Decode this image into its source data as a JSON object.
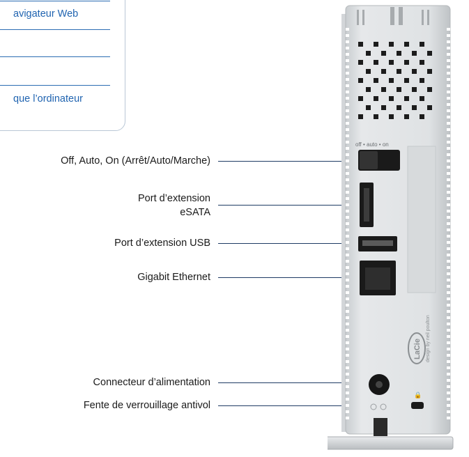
{
  "side_panel": {
    "items": [
      "avigateur Web",
      "",
      "",
      "que l’ordinateur"
    ]
  },
  "callouts": [
    {
      "label": "Off, Auto, On (Arrêt/Auto/Marche)"
    },
    {
      "label_line1": "Port d’extension",
      "label_line2": "eSATA"
    },
    {
      "label": "Port d’extension USB"
    },
    {
      "label": "Gigabit Ethernet"
    },
    {
      "label": "Connecteur d’alimentation"
    },
    {
      "label": "Fente de verrouillage antivol"
    }
  ],
  "device": {
    "switch_legend": "off • auto • on",
    "brand": "LaCie",
    "tagline": "design by neil poulton",
    "colors": {
      "body": "#d9dcde",
      "port": "#1a1a1a",
      "accent": "#1e3a63"
    }
  }
}
